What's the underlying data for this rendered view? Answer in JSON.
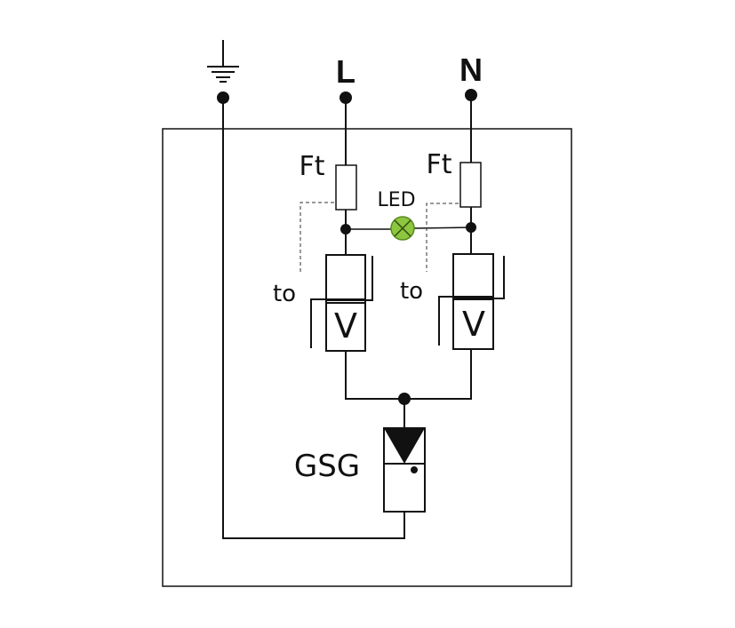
{
  "terminals": {
    "line": "L",
    "neutral": "N"
  },
  "labels": {
    "fuse_left": "Ft",
    "fuse_right": "Ft",
    "led": "LED",
    "thermal_left": "to",
    "thermal_right": "to",
    "varistor_left": "V",
    "varistor_right": "V",
    "gsg": "GSG"
  },
  "colors": {
    "line": "#111111",
    "led_fill": "#8dc63f",
    "background": "#ffffff"
  },
  "icons": {
    "ground": "ground-icon",
    "led": "led-indicator-icon"
  }
}
